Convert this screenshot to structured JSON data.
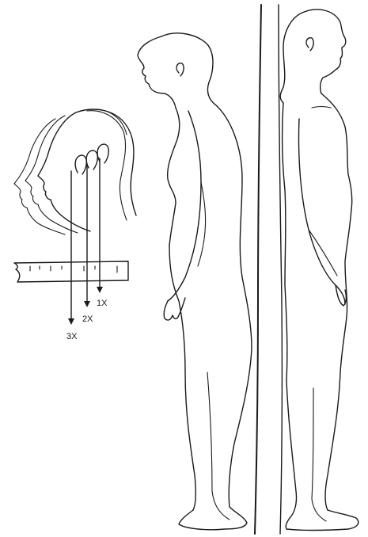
{
  "diagram": {
    "stroke_color": "#1a1a1a",
    "background": "#ffffff",
    "head_projection": {
      "labels": [
        "1X",
        "2X",
        "3X"
      ]
    }
  }
}
